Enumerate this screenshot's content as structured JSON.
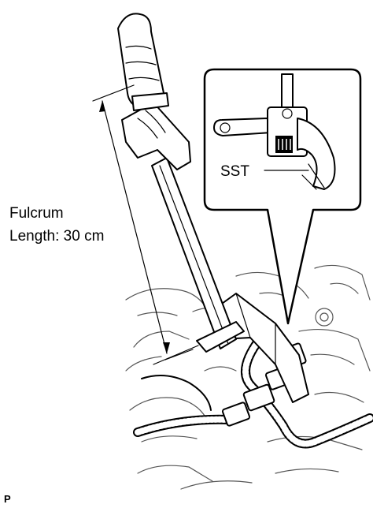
{
  "labels": {
    "fulcrum_line1": "Fulcrum",
    "fulcrum_line2": "Length: 30 cm",
    "sst": "SST",
    "figure_code": "P"
  }
}
